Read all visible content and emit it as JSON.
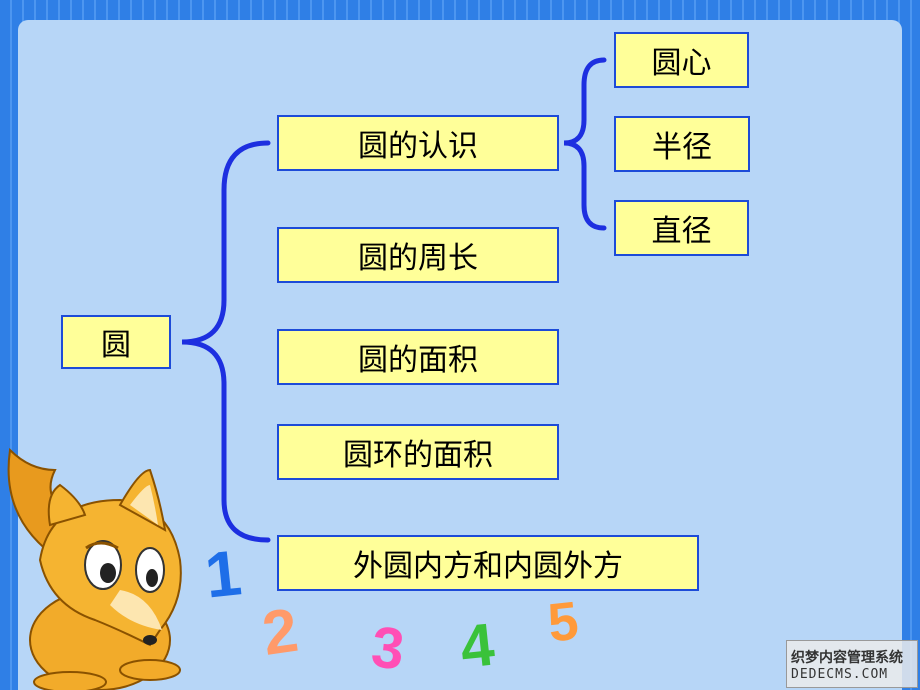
{
  "diagram": {
    "root": "圆",
    "branches": [
      {
        "label": "圆的认识",
        "children": [
          "圆心",
          "半径",
          "直径"
        ]
      },
      {
        "label": "圆的周长"
      },
      {
        "label": "圆的面积"
      },
      {
        "label": "圆环的面积"
      },
      {
        "label": "外圆内方和内圆外方"
      }
    ]
  },
  "decoration": {
    "digits": [
      "1",
      "2",
      "3",
      "4",
      "5"
    ],
    "digit_colors": [
      "#1e6ee8",
      "#ff9a6a",
      "#ff4fb5",
      "#3ac23a",
      "#ff9a3a"
    ],
    "connector_color": "#1d2fe0",
    "box_fill": "#ffff99",
    "box_border": "#1d4bd8",
    "background": "#b7d6f7"
  },
  "watermark": {
    "line1": "织梦内容管理系统",
    "line2": "DEDECMS.COM"
  }
}
